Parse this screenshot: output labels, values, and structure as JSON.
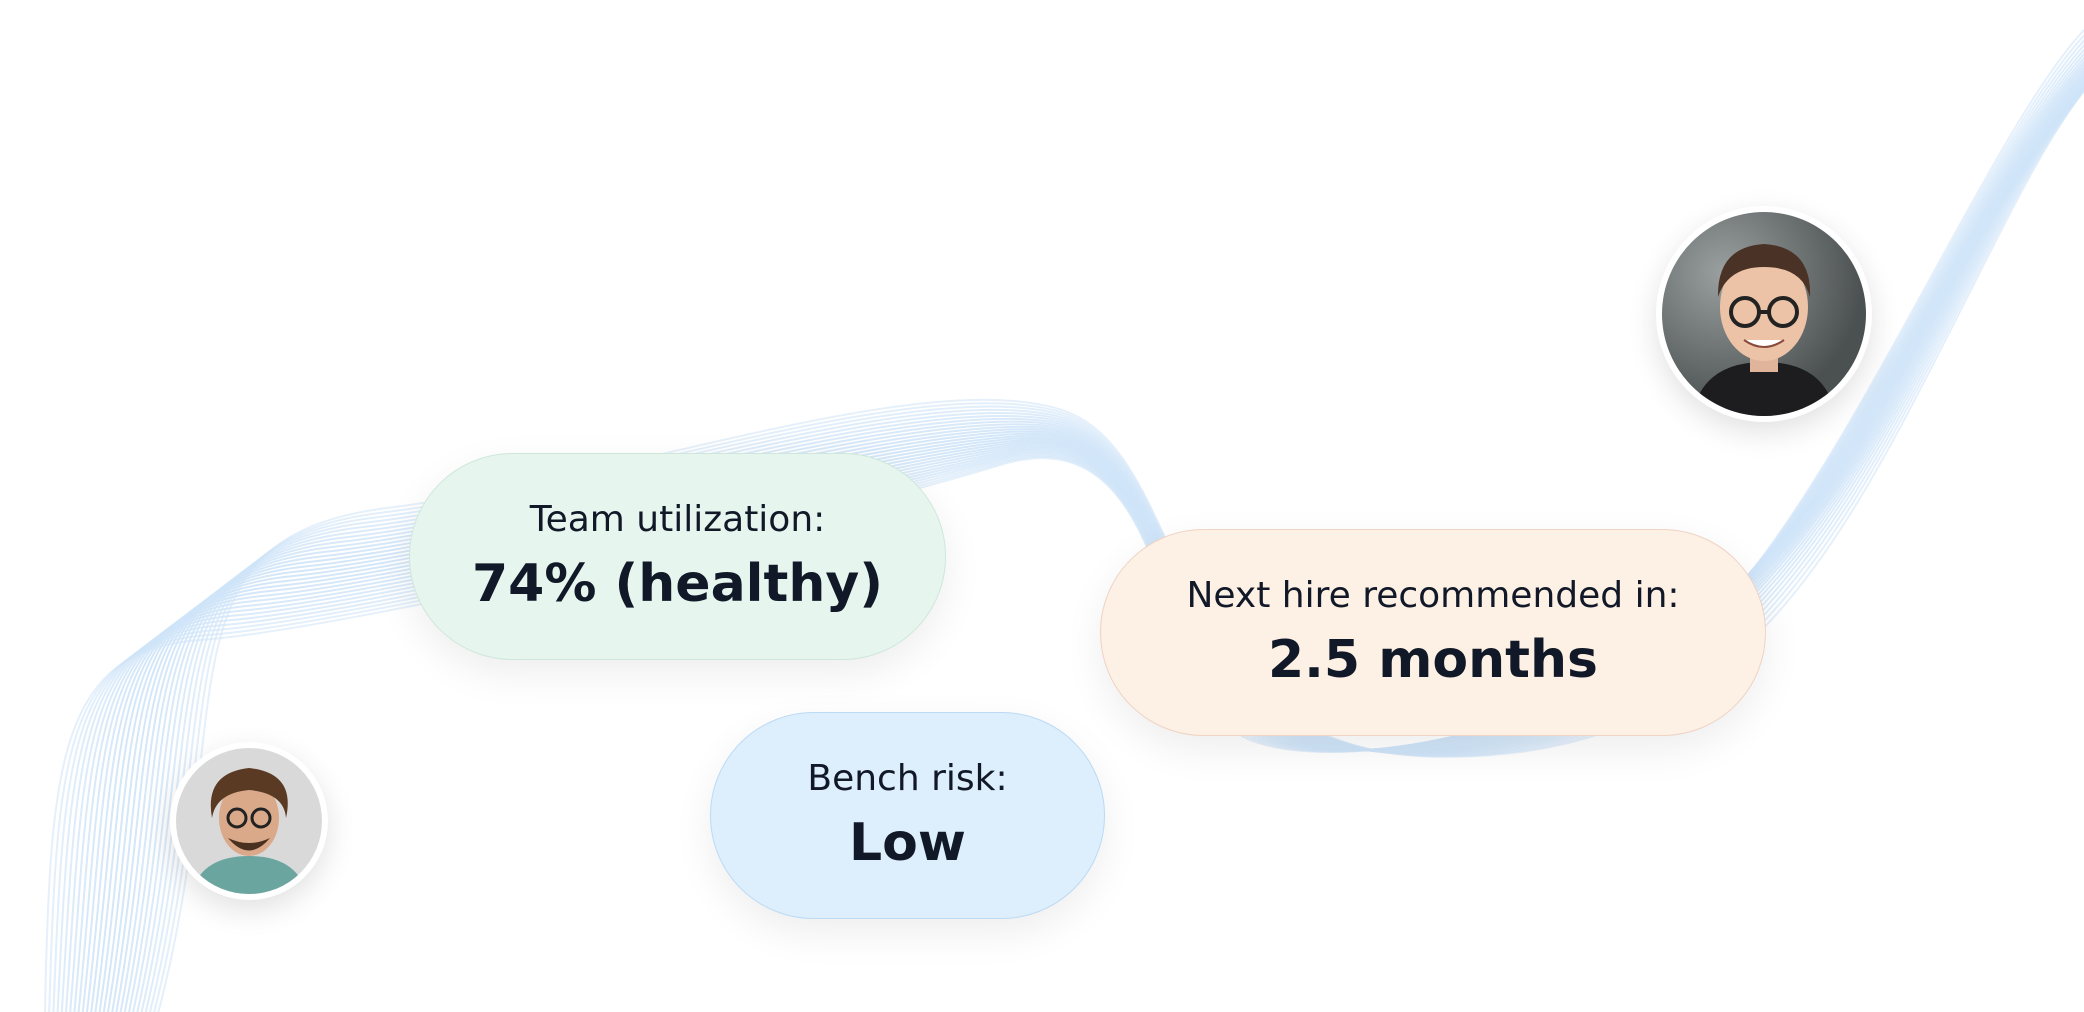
{
  "cards": [
    {
      "label": "Team utilization:",
      "value": "74% (healthy)",
      "color": "#e6f6ef"
    },
    {
      "label": "Next hire recommended in:",
      "value": "2.5 months",
      "color": "#fdf0e4"
    },
    {
      "label": "Bench risk:",
      "value": "Low",
      "color": "#ddeefd"
    }
  ],
  "wave_color": "#cfe4f8"
}
